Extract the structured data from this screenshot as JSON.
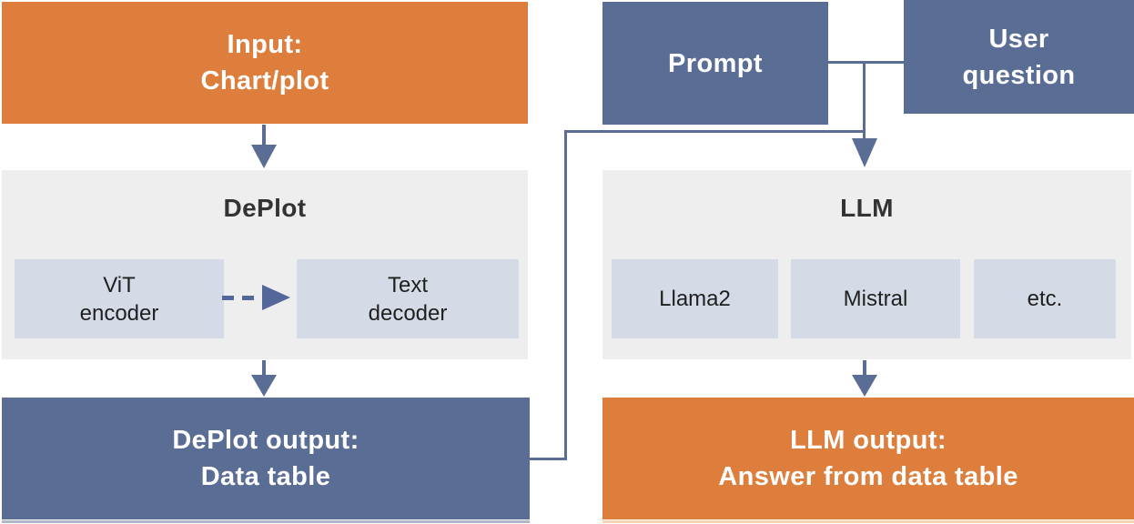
{
  "boxes": {
    "input": {
      "lines": [
        "Input:",
        "Chart/plot"
      ]
    },
    "deplot_output": {
      "lines": [
        "DePlot output:",
        "Data table"
      ]
    },
    "prompt": {
      "label": "Prompt"
    },
    "user_question": {
      "lines": [
        "User",
        "question"
      ]
    },
    "llm_output": {
      "lines": [
        "LLM output:",
        "Answer from data table"
      ]
    }
  },
  "panels": {
    "deplot": {
      "title": "DePlot",
      "components": [
        {
          "lines": [
            "ViT",
            "encoder"
          ]
        },
        {
          "lines": [
            "Text",
            "decoder"
          ]
        }
      ]
    },
    "llm": {
      "title": "LLM",
      "models": [
        "Llama2",
        "Mistral",
        "etc."
      ]
    }
  },
  "colors": {
    "accent_orange": "#dd7e3c",
    "accent_slate_blue": "#5a6d94",
    "panel_gray": "#eeeeef",
    "chip_blue_gray": "#d4dbe6",
    "connector_blue": "#53679a",
    "title_text": "#333333",
    "box_text": "#ffffff"
  }
}
